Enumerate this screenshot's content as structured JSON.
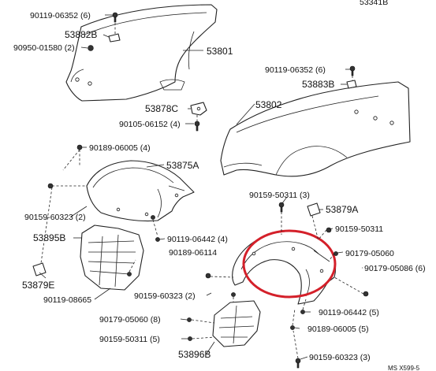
{
  "diagram": {
    "labels": {
      "l_90119_06352_top": "90119-06352 (6)",
      "l_53882b": "53882B",
      "l_90950_01580": "90950-01580 (2)",
      "l_53801": "53801",
      "l_53878c": "53878C",
      "l_90105_06152": "90105-06152 (4)",
      "l_90119_06352_right": "90119-06352 (6)",
      "l_53883b": "53883B",
      "l_53802": "53802",
      "l_90189_06005_top": "90189-06005 (4)",
      "l_53875a": "53875A",
      "l_90159_60323_left": "90159-60323 (2)",
      "l_53895b": "53895B",
      "l_90119_06442_left": "90119-06442 (4)",
      "l_90189_06114": "90189-06114",
      "l_53879e": "53879E",
      "l_90119_08665": "90119-08665",
      "l_90159_50311_top": "90159-50311 (3)",
      "l_53879a": "53879A",
      "l_90159_50311_right": "90159-50311",
      "l_90179_05060_right": "90179-05060",
      "l_90179_05086": "90179-05086 (6)",
      "l_90159_60323_mid": "90159-60323 (2)",
      "l_90179_05060_bottom": "90179-05060 (8)",
      "l_90119_06442_right": "90119-06442 (5)",
      "l_90159_50311_bottom": "90159-50311 (5)",
      "l_90189_06005_bottom": "90189-06005 (5)",
      "l_53896b": "53896B",
      "l_90159_60323_bottom": "90159-60323 (3)",
      "l_53341b": "53341B",
      "l_ms_code": "MS  X599-5"
    },
    "highlight_color": "#d4202a"
  }
}
